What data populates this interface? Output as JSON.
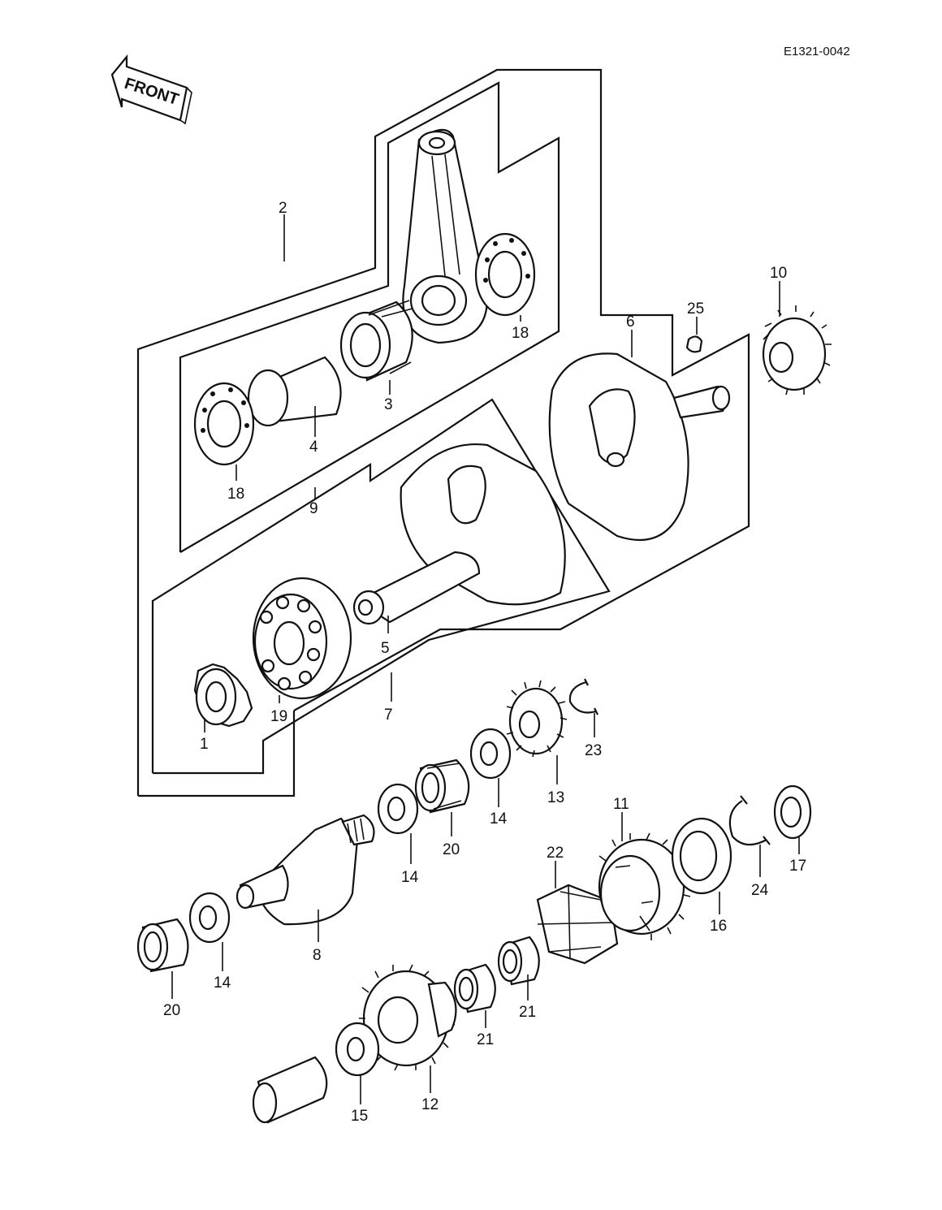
{
  "header": {
    "diagram_code": "E1321-0042",
    "front_arrow_label": "FRONT"
  },
  "callouts": [
    {
      "id": "c1",
      "label": "1"
    },
    {
      "id": "c2",
      "label": "2"
    },
    {
      "id": "c3",
      "label": "3"
    },
    {
      "id": "c4",
      "label": "4"
    },
    {
      "id": "c5",
      "label": "5"
    },
    {
      "id": "c6",
      "label": "6"
    },
    {
      "id": "c7",
      "label": "7"
    },
    {
      "id": "c8",
      "label": "8"
    },
    {
      "id": "c9",
      "label": "9"
    },
    {
      "id": "c10",
      "label": "10"
    },
    {
      "id": "c11",
      "label": "11"
    },
    {
      "id": "c12",
      "label": "12"
    },
    {
      "id": "c13",
      "label": "13"
    },
    {
      "id": "c14a",
      "label": "14"
    },
    {
      "id": "c14b",
      "label": "14"
    },
    {
      "id": "c14c",
      "label": "14"
    },
    {
      "id": "c15",
      "label": "15"
    },
    {
      "id": "c16",
      "label": "16"
    },
    {
      "id": "c17",
      "label": "17"
    },
    {
      "id": "c18a",
      "label": "18"
    },
    {
      "id": "c18b",
      "label": "18"
    },
    {
      "id": "c19",
      "label": "19"
    },
    {
      "id": "c20a",
      "label": "20"
    },
    {
      "id": "c20b",
      "label": "20"
    },
    {
      "id": "c21a",
      "label": "21"
    },
    {
      "id": "c21b",
      "label": "21"
    },
    {
      "id": "c22",
      "label": "22"
    },
    {
      "id": "c23",
      "label": "23"
    },
    {
      "id": "c24",
      "label": "24"
    },
    {
      "id": "c25",
      "label": "25"
    }
  ]
}
